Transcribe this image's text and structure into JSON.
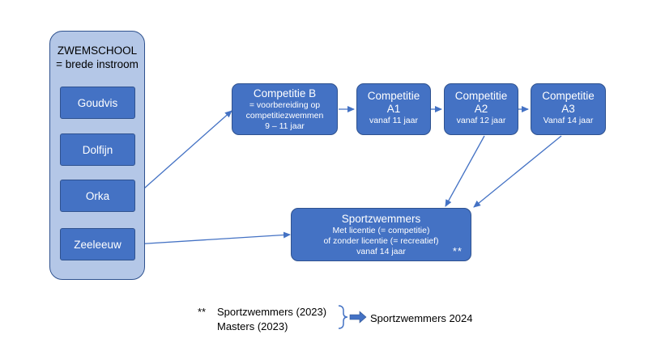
{
  "zwemschool": {
    "title": "ZWEMSCHOOL",
    "subtitle": "= brede instroom",
    "levels": [
      "Goudvis",
      "Dolfijn",
      "Orka",
      "Zeeleeuw"
    ]
  },
  "competitie_b": {
    "title": "Competitie B",
    "lines": [
      "= voorbereiding op",
      "competitiezwemmen",
      "9 – 11 jaar"
    ]
  },
  "competitie_a1": {
    "title_1": "Competitie",
    "title_2": "A1",
    "sub": "vanaf 11 jaar"
  },
  "competitie_a2": {
    "title_1": "Competitie",
    "title_2": "A2",
    "sub": "vanaf 12 jaar"
  },
  "competitie_a3": {
    "title_1": "Competitie",
    "title_2": "A3",
    "sub": "Vanaf 14 jaar"
  },
  "sportzwemmers": {
    "title": "Sportzwemmers",
    "lines": [
      "Met licentie (= competitie)",
      "of zonder licentie (= recreatief)",
      "vanaf 14 jaar"
    ],
    "mark": "**"
  },
  "legend": {
    "mark": "**",
    "line1": "Sportzwemmers (2023)",
    "line2": "Masters (2023)",
    "result": "Sportzwemmers 2024"
  },
  "colors": {
    "box_fill": "#4472c4",
    "box_border": "#2f528f",
    "container_fill": "#b4c7e7",
    "connector": "#4472c4"
  }
}
